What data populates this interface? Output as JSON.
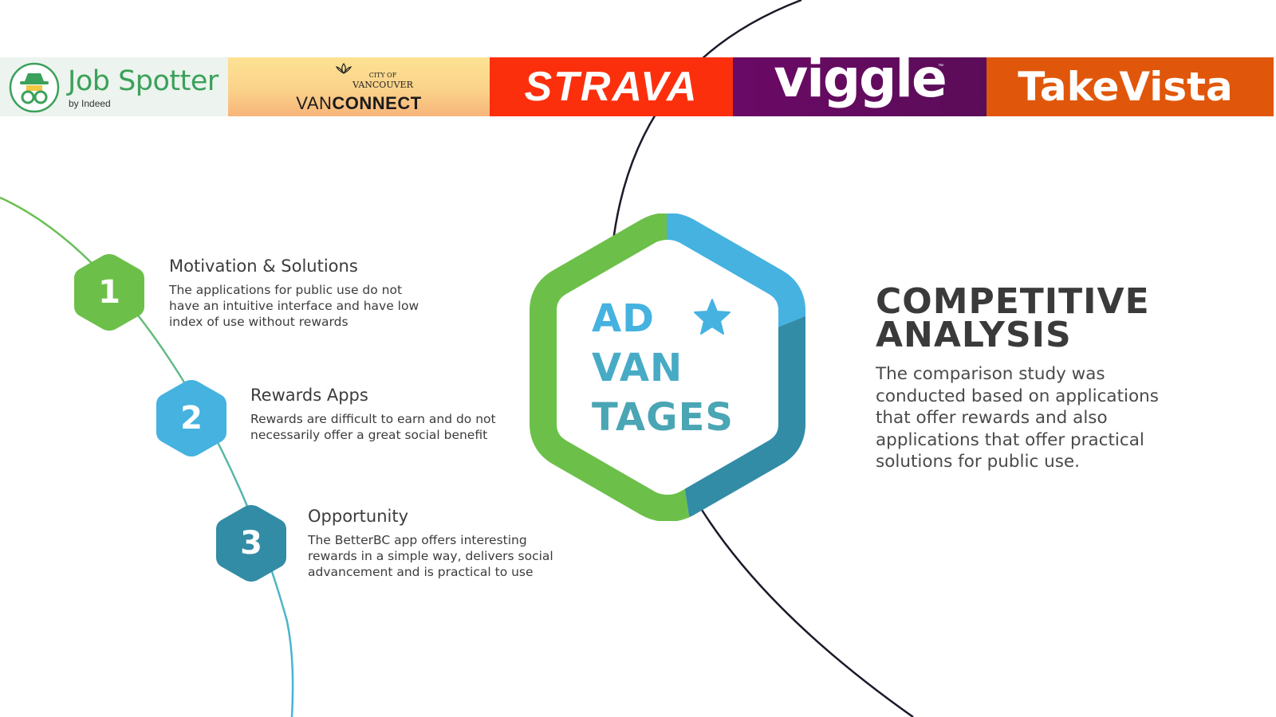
{
  "logos": {
    "jobspotter": {
      "name": "Job Spotter",
      "sub": "by Indeed",
      "color": "#3aa15a"
    },
    "vanconnect": {
      "city_small": "CITY OF",
      "city": "VANCOUVER",
      "main_light": "VAN",
      "main_bold": "CONNECT"
    },
    "strava": {
      "name": "STRAVA",
      "color": "#fc2f0d"
    },
    "viggle": {
      "name": "viggle",
      "tm": "™",
      "color": "#6a0a66"
    },
    "takevista": {
      "name": "TakeVista",
      "color": "#e0570b"
    }
  },
  "steps": [
    {
      "number": "1",
      "title": "Motivation & Solutions",
      "description": "The applications for public use do not have an intuitive interface and have low index of use without rewards",
      "color": "#6cc04a"
    },
    {
      "number": "2",
      "title": "Rewards Apps",
      "description": "Rewards are difficult to earn and do not necessarily offer a great social benefit",
      "color": "#45b2e0"
    },
    {
      "number": "3",
      "title": "Opportunity",
      "description": "The BetterBC app offers interesting rewards in a simple way, delivers social advancement and is practical to use",
      "color": "#338ca6"
    }
  ],
  "center": {
    "line1": "AD",
    "line2": "VAN",
    "line3": "TAGES",
    "colors": {
      "green": "#6cc04a",
      "light_blue": "#45b2e0",
      "dark_blue": "#338ca6",
      "text_light": "#45b2e0",
      "text_dark": "#4aa5b4"
    }
  },
  "competitive_analysis": {
    "title_line1": "COMPETITIVE",
    "title_line2": "ANALYSIS",
    "description": "The comparison study was conducted based on applications that offer rewards and also applications that offer practical solutions for public use."
  }
}
